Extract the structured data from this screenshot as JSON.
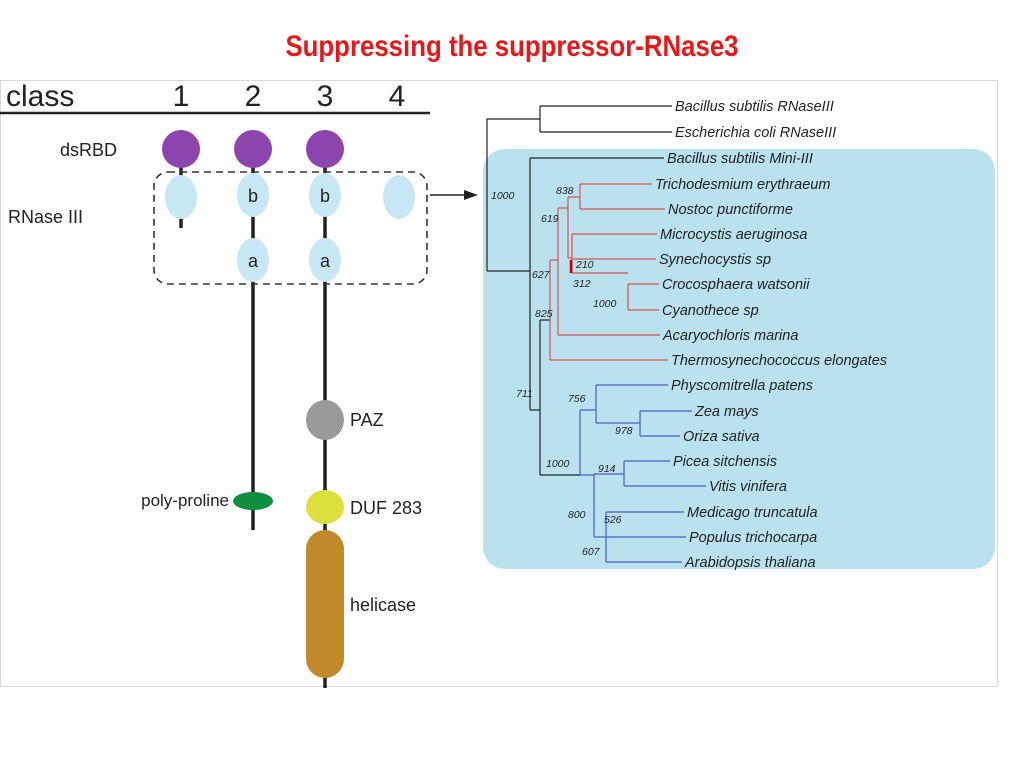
{
  "title": "Suppressing the suppressor-RNase3",
  "colors": {
    "title": "#e31a1c",
    "dsrbd": "#8e44ad",
    "rnase": "#c7e7f5",
    "paz": "#9a9a9a",
    "poly_proline": "#0e8f3e",
    "duf": "#dbe03c",
    "helicase": "#c08a2b",
    "panel": "#b9e2ee",
    "red_clade": "#d9534f",
    "blue_clade": "#4a5bc4",
    "black": "#222222"
  },
  "domains": {
    "header": "class",
    "classes": [
      "1",
      "2",
      "3",
      "4"
    ],
    "dsrbd_label": "dsRBD",
    "rnase_label": "RNase III",
    "sub_b": "b",
    "sub_a": "a",
    "paz_label": "PAZ",
    "poly_proline_label": "poly-proline",
    "duf_label": "DUF 283",
    "helicase_label": "helicase"
  },
  "tree": {
    "leaves": [
      "Bacillus subtilis RNaseIII",
      "Escherichia coli RNaseIII",
      "Bacillus subtilis Mini-III",
      "Trichodesmium erythraeum",
      "Nostoc punctiforme",
      "Microcystis aeruginosa",
      "Synechocystis sp",
      "Crocosphaera watsonii",
      "Cyanothece sp",
      "Acaryochloris marina",
      "Thermosynechococcus elongates",
      "Physcomitrella patens",
      "Zea mays",
      "Oriza sativa",
      "Picea sitchensis",
      "Vitis vinifera",
      "Medicago truncatula",
      "Populus trichocarpa",
      "Arabidopsis thaliana"
    ],
    "bootstrap": {
      "b1000": "1000",
      "b838": "838",
      "b619": "619",
      "b627": "627",
      "b210": "210",
      "b312": "312",
      "b1000c": "1000",
      "b825": "825",
      "b711": "711",
      "b756": "756",
      "b978": "978",
      "b1000p": "1000",
      "b914": "914",
      "b800": "800",
      "b526": "526",
      "b607": "607"
    }
  }
}
